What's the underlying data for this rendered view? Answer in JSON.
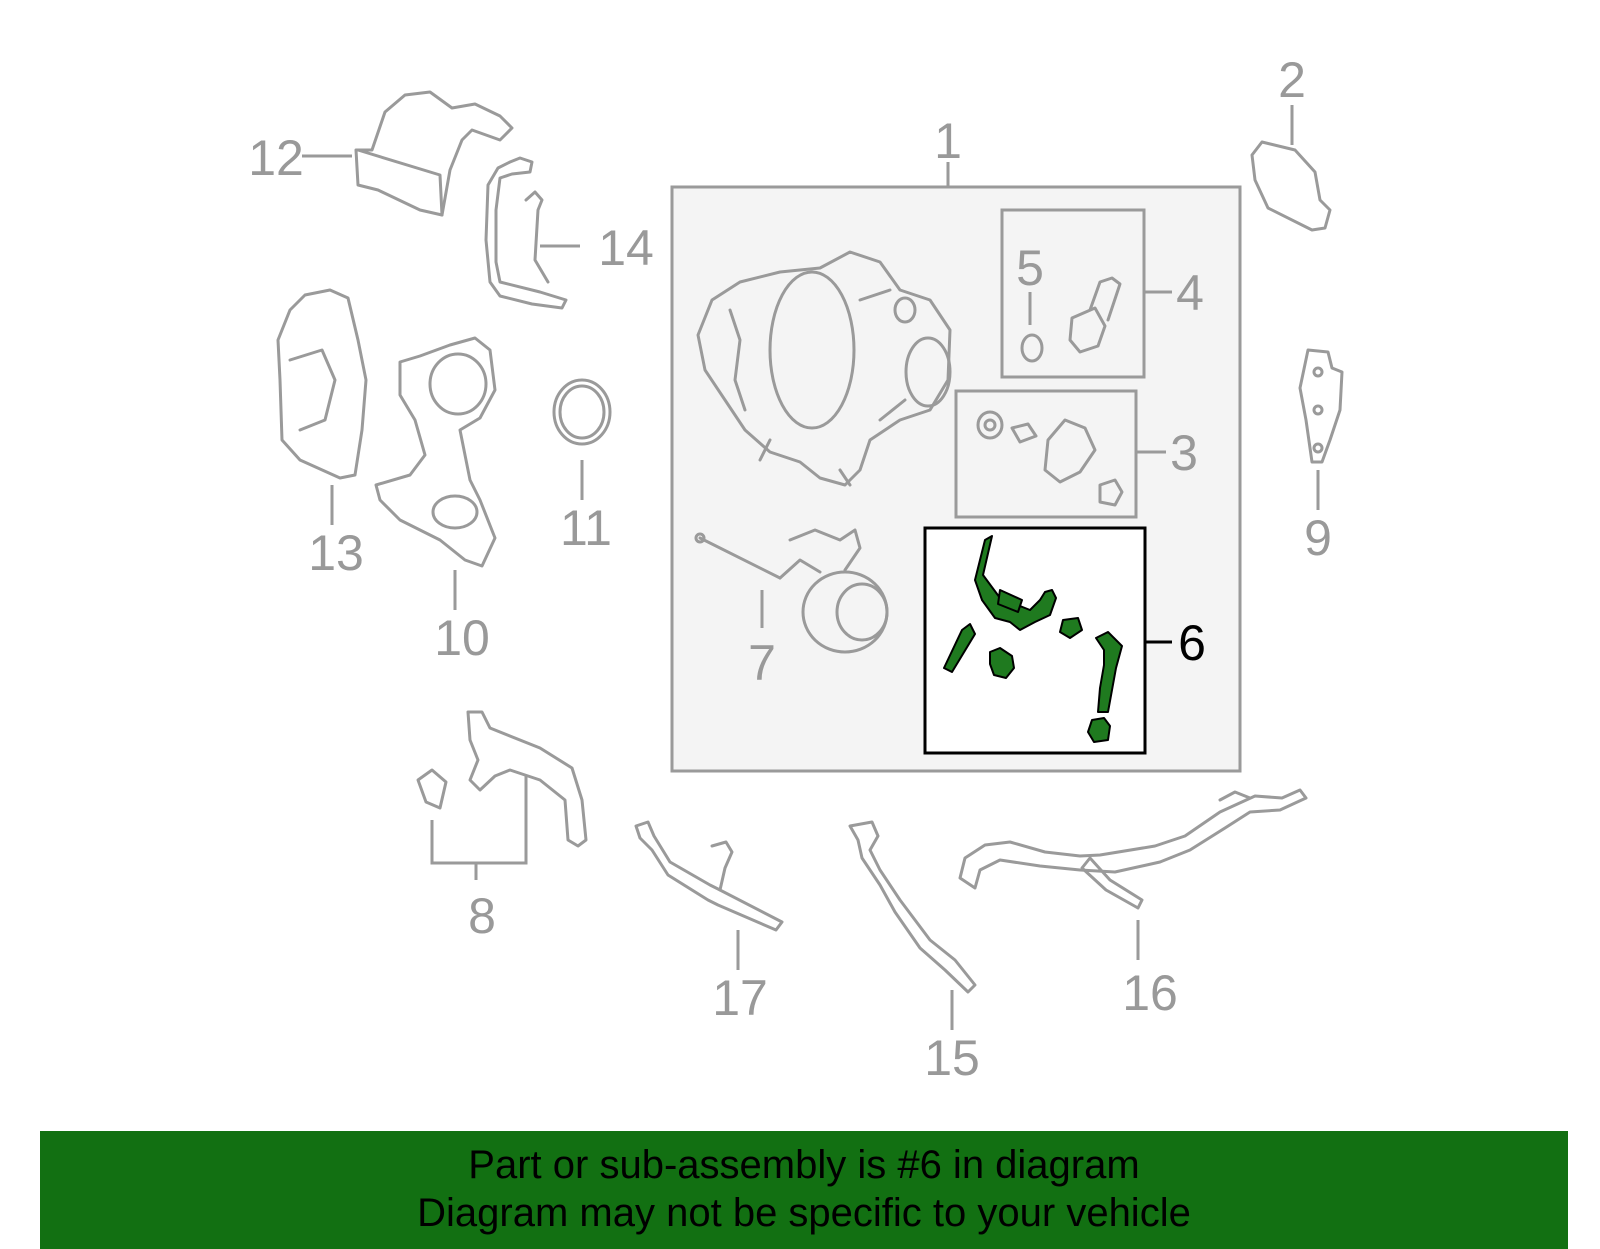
{
  "colors": {
    "highlight": "#1f7a1f",
    "banner_bg": "#127012",
    "part_stroke": "#9a9a9a",
    "callout_text": "#999999",
    "assembly_box_fill": "#f4f4f4"
  },
  "highlighted_part": "6",
  "callouts": {
    "n1": "1",
    "n2": "2",
    "n3": "3",
    "n4": "4",
    "n5": "5",
    "n6": "6",
    "n7": "7",
    "n8": "8",
    "n9": "9",
    "n10": "10",
    "n11": "11",
    "n12": "12",
    "n13": "13",
    "n14": "14",
    "n15": "15",
    "n16": "16",
    "n17": "17"
  },
  "banner": {
    "line1": "Part or sub-assembly is #6 in diagram",
    "line2": "Diagram may not be specific to your vehicle"
  }
}
